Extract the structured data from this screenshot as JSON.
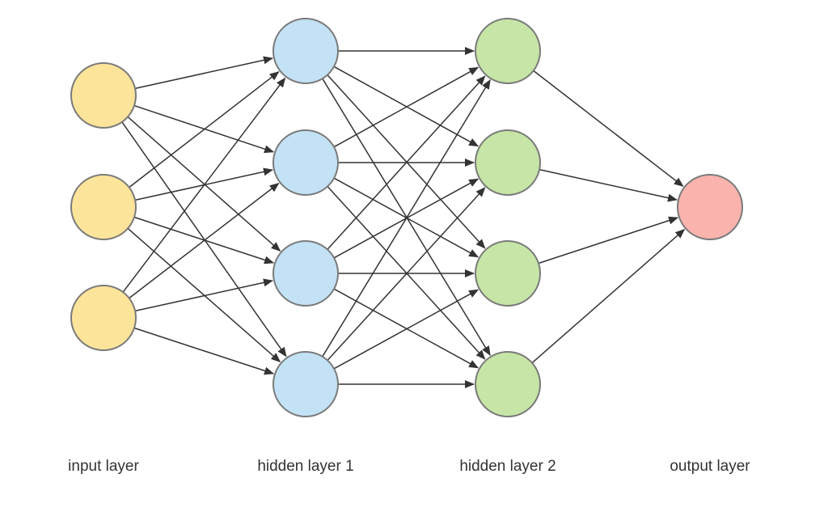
{
  "layers": [
    {
      "label": "input layer",
      "nodes": 3,
      "color": "#fce49a"
    },
    {
      "label": "hidden layer 1",
      "nodes": 4,
      "color": "#c3e2f5"
    },
    {
      "label": "hidden layer 2",
      "nodes": 4,
      "color": "#c6e5a6"
    },
    {
      "label": "output layer",
      "nodes": 1,
      "color": "#fab3ad"
    }
  ],
  "connections": "fully-connected",
  "stroke_color": "#333333",
  "node_outline_color": "#7a7a7a"
}
